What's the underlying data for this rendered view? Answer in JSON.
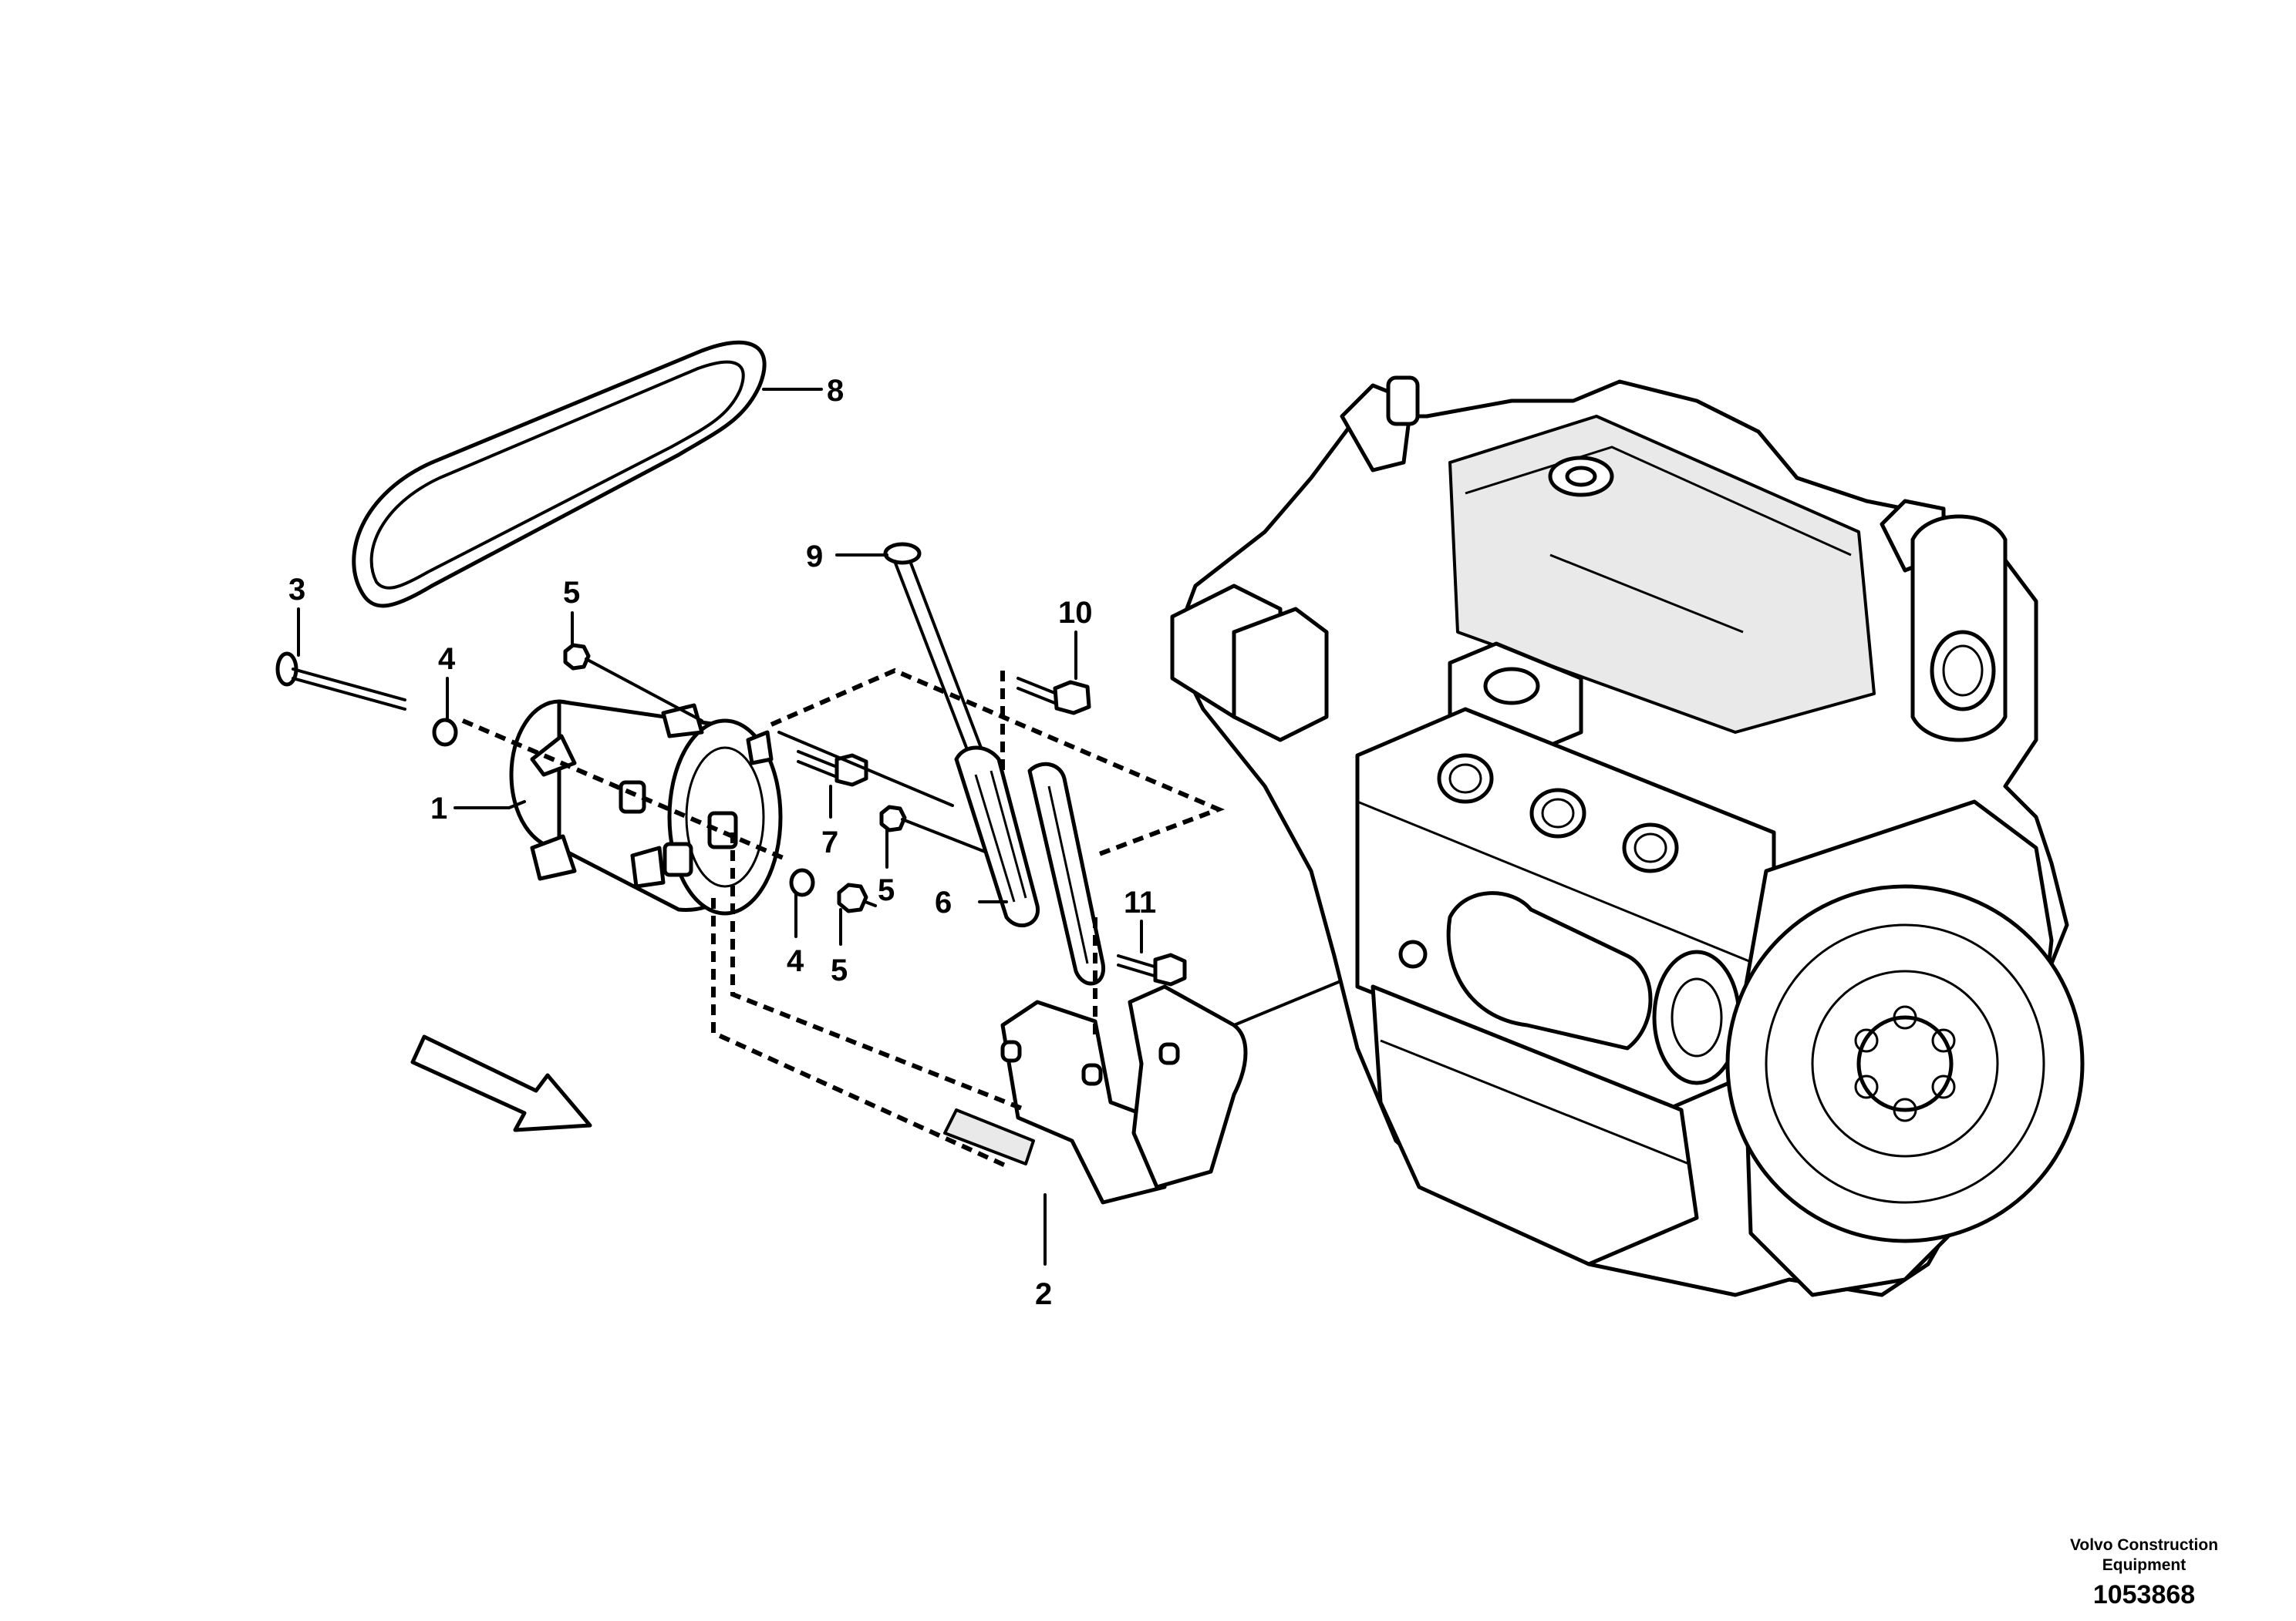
{
  "callouts": {
    "c1": "1",
    "c2": "2",
    "c3": "3",
    "c4a": "4",
    "c4b": "4",
    "c5a": "5",
    "c5b": "5",
    "c5c": "5",
    "c6": "6",
    "c7": "7",
    "c8": "8",
    "c9": "9",
    "c10": "10",
    "c11": "11"
  },
  "footer": {
    "company_line1": "Volvo Construction",
    "company_line2": "Equipment",
    "drawing_number": "1053868"
  }
}
